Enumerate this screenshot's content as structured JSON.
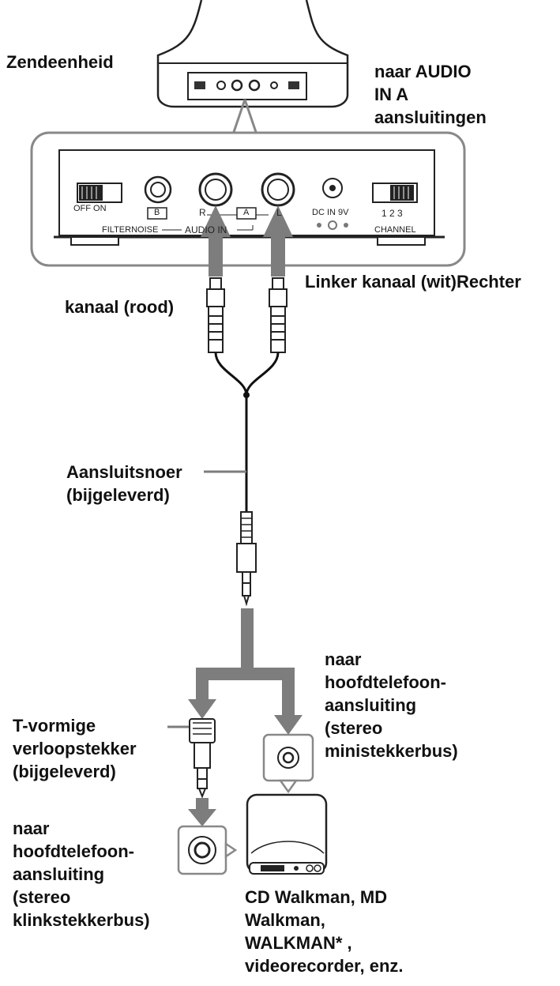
{
  "labels": {
    "transmitter": "Zendeenheid",
    "to_audio_in": [
      "naar AUDIO",
      "IN A",
      "aansluitingen"
    ],
    "left_channel": "Linker kanaal (wit)Rechter",
    "right_channel": "kanaal (rood)",
    "cord": [
      "Aansluitsnoer",
      "(bijgeleverd)"
    ],
    "headphone_mini": [
      "naar",
      "hoofdtelefoon-",
      "aansluiting",
      "(stereo",
      "ministekkerbus)"
    ],
    "adapter": [
      "T-vormige",
      "verloopstekker",
      "(bijgeleverd)"
    ],
    "headphone_jack": [
      "naar",
      "hoofdtelefoon-",
      "aansluiting",
      "(stereo",
      "klinkstekkerbus)"
    ],
    "devices": [
      "CD Walkman, MD",
      "Walkman,",
      "WALKMAN* ,",
      "videorecorder, enz."
    ]
  },
  "panel": {
    "switch_left": "OFF ON",
    "filternoise": "FILTERNOISE",
    "b_label": "B",
    "r_label": "R",
    "a_label": "A",
    "l_label": "L",
    "audio_in": "AUDIO IN",
    "dc_in": "DC IN 9V",
    "channel_nums": "1 2 3",
    "channel": "CHANNEL"
  },
  "colors": {
    "arrow": "#7d7d7d",
    "line": "#111111",
    "panel_border": "#444444"
  }
}
